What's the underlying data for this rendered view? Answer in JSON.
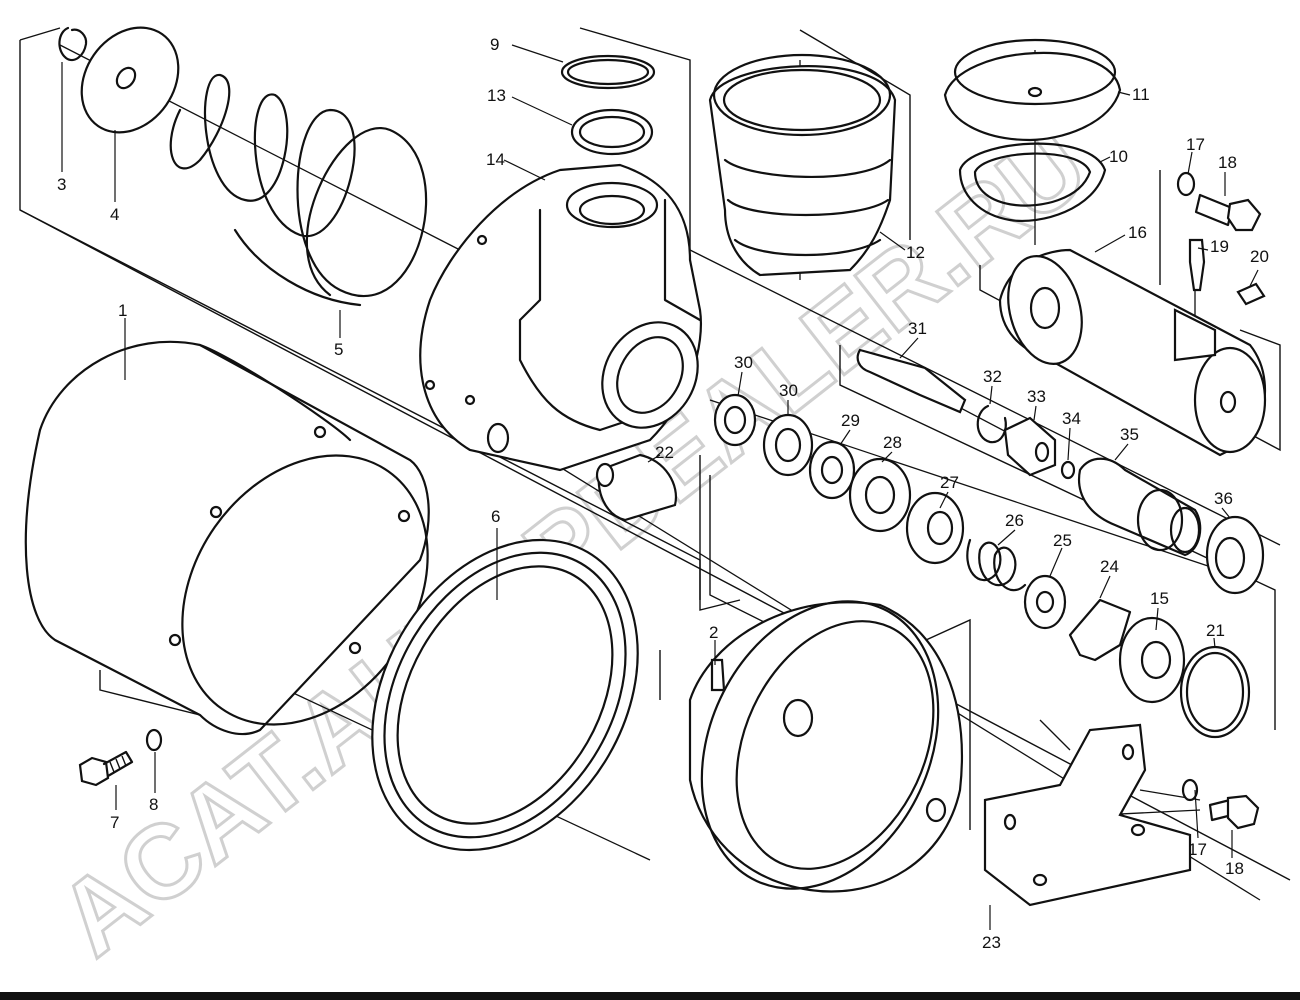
{
  "diagram": {
    "callouts": [
      "1",
      "2",
      "3",
      "4",
      "5",
      "6",
      "7",
      "8",
      "9",
      "10",
      "11",
      "12",
      "13",
      "14",
      "15",
      "16",
      "17",
      "18",
      "19",
      "20",
      "21",
      "22",
      "23",
      "24",
      "25",
      "26",
      "27",
      "28",
      "29",
      "30",
      "31",
      "32",
      "33",
      "34",
      "35",
      "36"
    ],
    "extra_callouts": {
      "17b": "17",
      "18b": "18",
      "30b": "30"
    },
    "watermark": "ACAT.AUTOPDEALER.RU"
  }
}
